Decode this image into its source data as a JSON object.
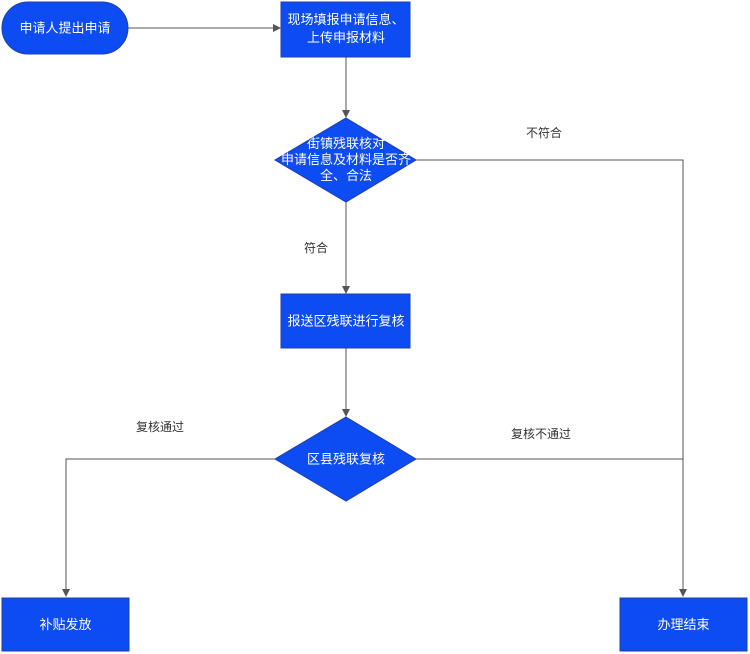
{
  "colors": {
    "node_fill": "#0c4cf2",
    "node_text": "#ffffff",
    "edge": "#555555",
    "edge_text": "#333333"
  },
  "nodes": {
    "start": {
      "label": "申请人提出申请"
    },
    "fill_info": {
      "lines": [
        "现场填报申请信息、",
        "上传申报材料"
      ]
    },
    "check_street": {
      "lines": [
        "街镇残联核对",
        "申请信息及材料是否齐",
        "全、合法"
      ]
    },
    "submit_district": {
      "label": "报送区残联进行复核"
    },
    "district_review": {
      "label": "区县残联复核"
    },
    "subsidy": {
      "label": "补贴发放"
    },
    "end": {
      "label": "办理结束"
    }
  },
  "edges": {
    "not_match": "不符合",
    "match": "符合",
    "review_pass": "复核通过",
    "review_fail": "复核不通过"
  }
}
